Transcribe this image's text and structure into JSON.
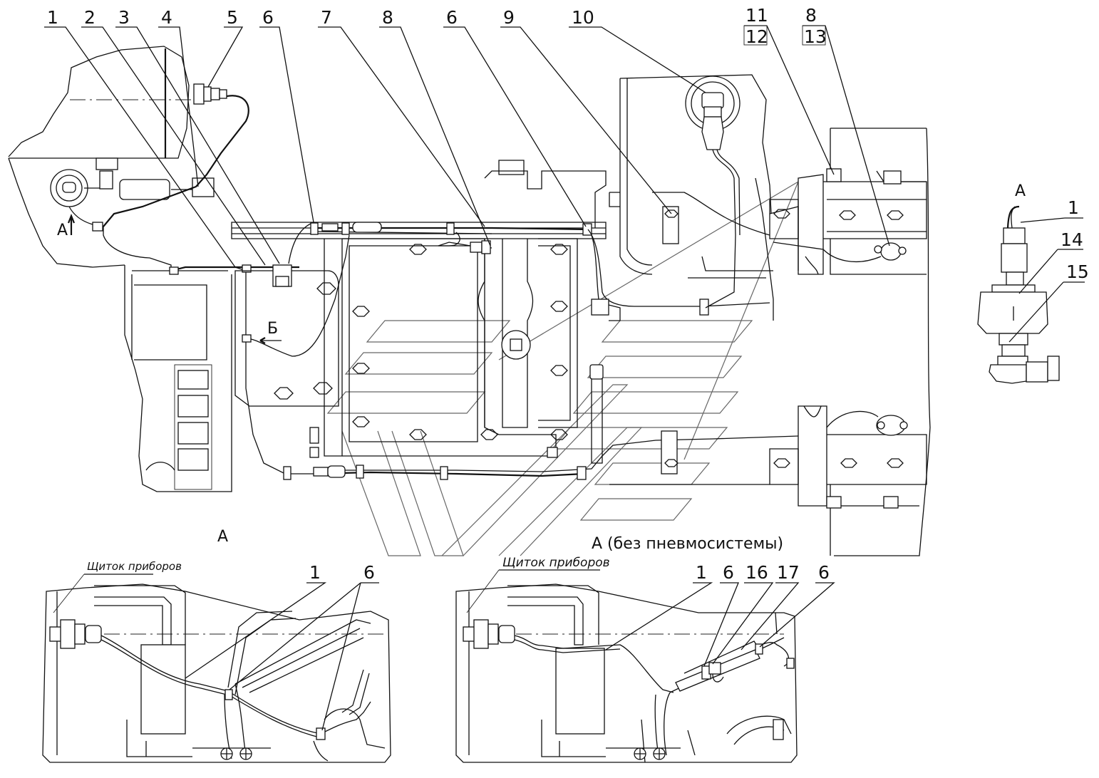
{
  "diagram": {
    "callouts_top": [
      "1",
      "2",
      "3",
      "4",
      "5",
      "6",
      "7",
      "8",
      "6",
      "9",
      "10",
      "11",
      "12",
      "8",
      "13"
    ],
    "callouts_detail_a": [
      "1",
      "14",
      "15"
    ],
    "callouts_bottom_left": [
      "1",
      "6"
    ],
    "callouts_bottom_right": [
      "1",
      "6",
      "16",
      "17",
      "6"
    ],
    "view_a_marker": "А",
    "view_b_marker": "Б",
    "detail_a_label": "А",
    "bottom_left_title": "А",
    "bottom_right_title": "А (без пневмосистемы)",
    "panel_label_left": "Щиток приборов",
    "panel_label_right": "Щиток приборов"
  }
}
